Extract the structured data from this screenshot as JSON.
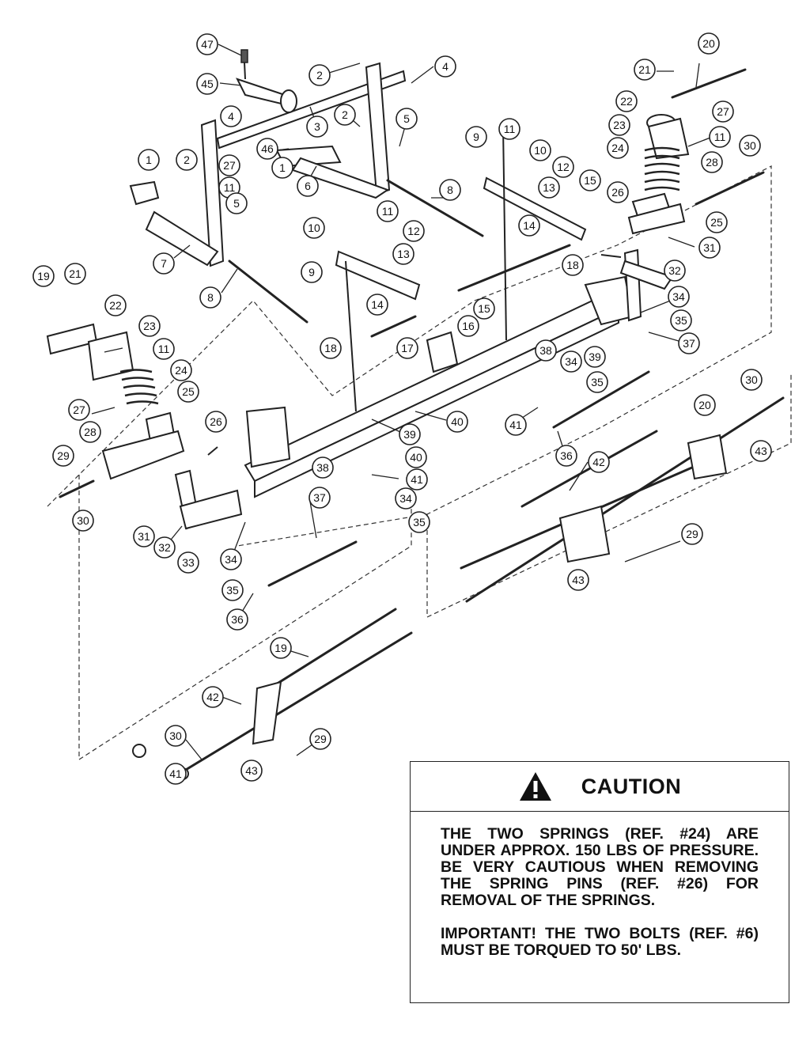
{
  "caution": {
    "title": "CAUTION",
    "icon": "warning-triangle-icon",
    "paragraph1": "THE TWO SPRINGS (REF. #24) ARE UNDER APPROX. 150 LBS OF PRESSURE.  BE VERY CAUTIOUS WHEN REMOVING THE SPRING PINS (REF. #26) FOR REMOVAL OF THE SPRINGS.",
    "paragraph2": "IMPORTANT! THE TWO BOLTS (REF. #6) MUST BE TORQUED TO 50' LBS."
  },
  "callouts": {
    "c47": "47",
    "c2a": "2",
    "c4a": "4",
    "c45": "45",
    "c3": "3",
    "c2b": "2",
    "c4b": "4",
    "c46": "46",
    "c1a": "1",
    "c27a": "27",
    "c11a": "11",
    "c2c": "2",
    "c5a": "5",
    "c1b": "1",
    "c6": "6",
    "c7": "7",
    "c5b": "5",
    "c8a": "8",
    "c8b": "8",
    "c20a": "20",
    "c21a": "21",
    "c22a": "22",
    "c27b": "27",
    "c23a": "23",
    "c11b": "11",
    "c24a": "24",
    "c30a": "30",
    "c28a": "28",
    "c26a": "26",
    "c25a": "25",
    "c31a": "31",
    "c9a": "9",
    "c11c": "11",
    "c10a": "10",
    "c12a": "12",
    "c13a": "13",
    "c15a": "15",
    "c10b": "10",
    "c11d": "11",
    "c9b": "9",
    "c12b": "12",
    "c13b": "13",
    "c15b": "15",
    "c16": "16",
    "c14a": "14",
    "c14b": "14",
    "c18a": "18",
    "c32a": "32",
    "c34a": "34",
    "c35a": "35",
    "c37a": "37",
    "c19a": "19",
    "c21b": "21",
    "c22b": "22",
    "c23b": "23",
    "c11e": "11",
    "c24b": "24",
    "c25b": "25",
    "c27c": "27",
    "c26b": "26",
    "c28b": "28",
    "c29a": "29",
    "c30b": "30",
    "c31b": "31",
    "c32b": "32",
    "c33": "33",
    "c34b": "34",
    "c35b": "35",
    "c36a": "36",
    "c37b": "37",
    "c18b": "18",
    "c17": "17",
    "c38a": "38",
    "c39a": "39",
    "c34c": "34",
    "c35c": "35",
    "c40a": "40",
    "c41a": "41",
    "c39b": "39",
    "c38b": "38",
    "c40b": "40",
    "c41b": "41",
    "c34d": "34",
    "c35d": "35",
    "c36b": "36",
    "c30c": "30",
    "c20b": "20",
    "c42a": "42",
    "c43a": "43",
    "c29b": "29",
    "c43b": "43",
    "c19b": "19",
    "c42b": "42",
    "c30d": "30",
    "c41c": "41",
    "c43c": "43",
    "c29c": "29"
  }
}
